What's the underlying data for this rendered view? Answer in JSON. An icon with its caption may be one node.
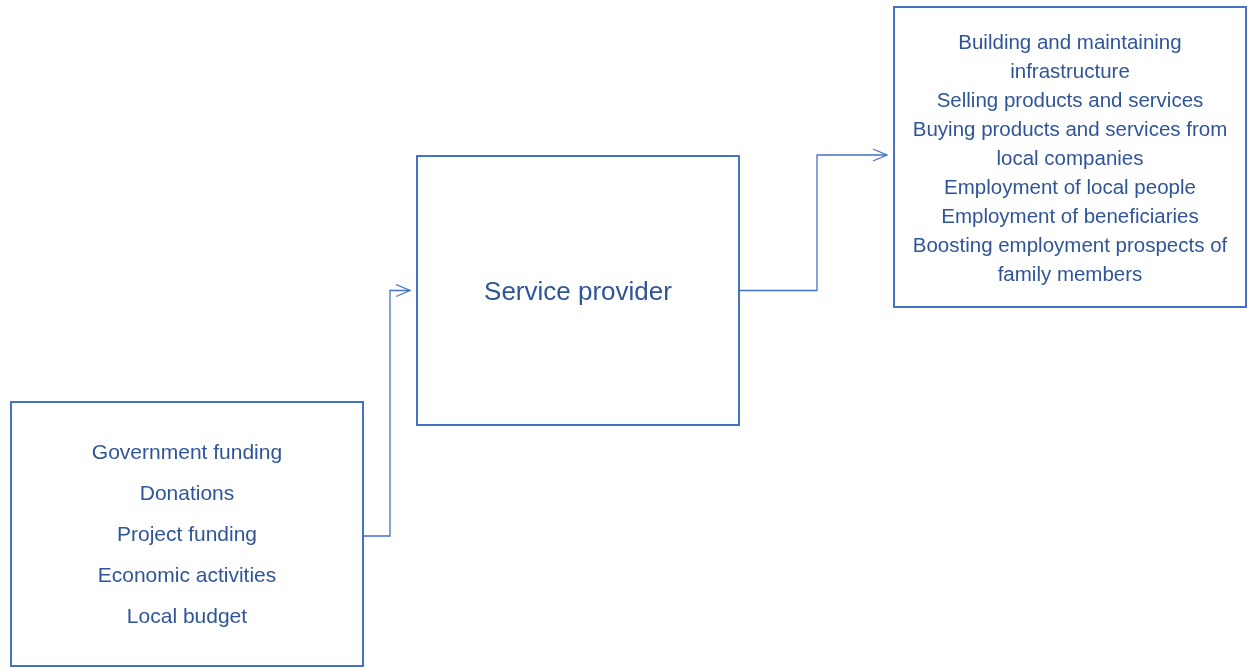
{
  "diagram": {
    "nodes": [
      {
        "text": [
          "Government funding",
          "Donations",
          "Project funding",
          "Economic activities",
          "Local budget"
        ]
      },
      {
        "text": [
          "Service provider"
        ]
      },
      {
        "text": [
          "Building and maintaining infrastructure",
          "Selling products and services",
          "Buying products and services from local companies",
          "Employment of local people",
          "Employment of beneficiaries",
          "Boosting employment prospects of family members"
        ]
      }
    ],
    "edges": [
      {
        "from": 0,
        "to": 1,
        "arrow": "to"
      },
      {
        "from": 1,
        "to": 2,
        "arrow": "to"
      }
    ]
  }
}
